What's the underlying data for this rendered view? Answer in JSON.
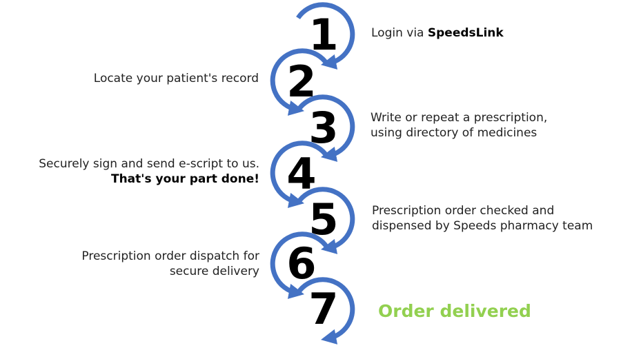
{
  "colors": {
    "arrow": "#4472C4",
    "final_text": "#92D050"
  },
  "steps": [
    {
      "number": "1",
      "text": "Login via ",
      "bold": "SpeedsLink"
    },
    {
      "number": "2",
      "text": "Locate your patient's record"
    },
    {
      "number": "3",
      "line1": "Write or repeat a prescription,",
      "line2": "using directory of medicines"
    },
    {
      "number": "4",
      "line1": "Securely sign and send e-script to us.",
      "bold": "That's your part done!"
    },
    {
      "number": "5",
      "line1": "Prescription order checked and",
      "line2": "dispensed by Speeds pharmacy team"
    },
    {
      "number": "6",
      "line1": "Prescription order dispatch for",
      "line2": "secure delivery"
    },
    {
      "number": "7",
      "text": "Order delivered"
    }
  ]
}
